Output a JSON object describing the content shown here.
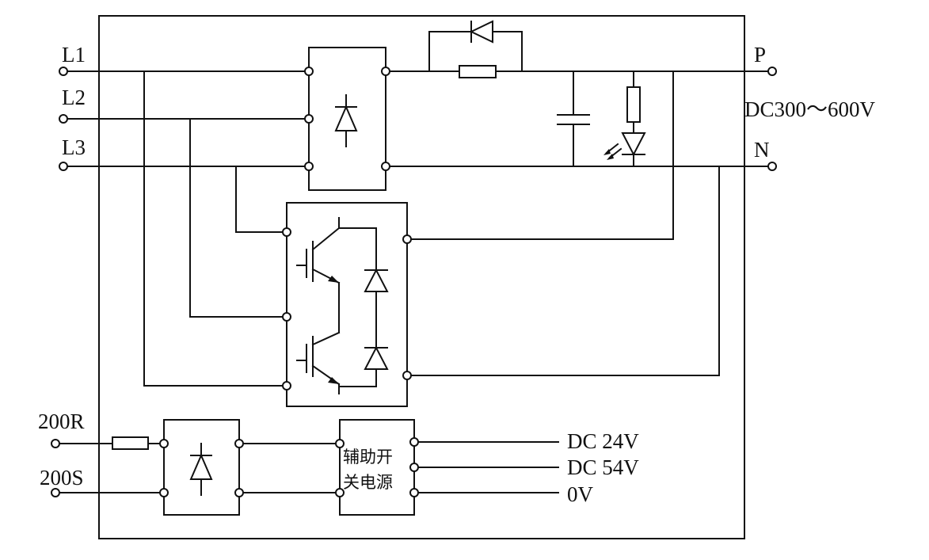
{
  "terminals": {
    "l1": "L1",
    "l2": "L2",
    "l3": "L3",
    "p": "P",
    "n": "N",
    "r200": "200R",
    "s200": "200S"
  },
  "dc_bus_voltage": "DC300～600V",
  "aux_supply": {
    "line1": "辅助开",
    "line2": "关电源"
  },
  "outputs": {
    "dc24": "DC 24V",
    "dc54": "DC 54V",
    "zero": "0V"
  }
}
